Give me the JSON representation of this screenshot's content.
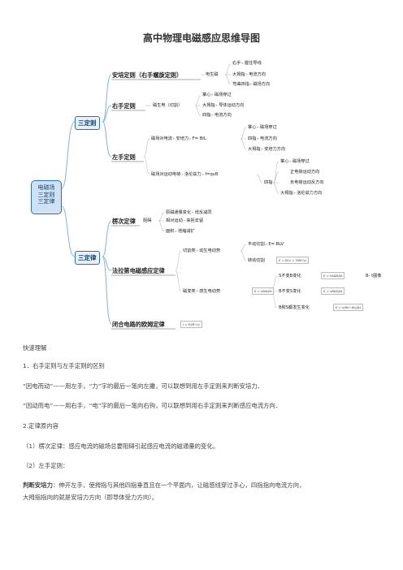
{
  "title": "高中物理电磁感应思维导图",
  "root": [
    "电磁场",
    "三定则",
    "三定律"
  ],
  "branch1": "三定则",
  "branch2": "三定律",
  "ampere": {
    "label": "安培定则（右手螺旋定则）",
    "mid": "电生磁",
    "rows": [
      [
        "右手",
        "握住导线"
      ],
      [
        "大拇指",
        "电流方向"
      ],
      [
        "弯曲四指",
        "磁场方向"
      ]
    ]
  },
  "right_hand": {
    "label": "右手定则",
    "mid": "磁生电（切割）",
    "rows": [
      [
        "掌心",
        "磁场穿过"
      ],
      [
        "大拇指",
        "导体运动方向"
      ],
      [
        "四指",
        "电流方向"
      ]
    ]
  },
  "left_hand": {
    "label": "左手定则",
    "current": {
      "a": "磁场对电流",
      "b": "安培力",
      "c": "F= BIL",
      "rows": [
        [
          "掌心",
          "磁场穿过"
        ],
        [
          "四指",
          "电流方向"
        ],
        [
          "大拇指",
          "安培力方向"
        ]
      ]
    },
    "charge": {
      "a": "磁场对运动电荷",
      "b": "洛伦兹力",
      "c": "f=qvB",
      "mid": "四指",
      "rows": [
        [
          "掌心",
          "磁场穿过"
        ],
        [
          "",
          "正电荷运动方向"
        ],
        [
          "",
          "负电荷运动反方向"
        ],
        [
          "大拇指",
          "洛伦兹力方向"
        ]
      ]
    }
  },
  "lenz": {
    "label": "楞次定律",
    "mid": "阻碍",
    "rows": [
      [
        "原磁通量变化",
        "增反减同"
      ],
      [
        "相对运动",
        "来拒去留"
      ],
      [
        "面积",
        "增缩减扩"
      ]
    ]
  },
  "faraday": {
    "label": "法拉第电磁感应定律",
    "cut": {
      "a": "切割类",
      "b": "动生电动势",
      "c1": "平动切割",
      "c1v": "E= BLV",
      "c2": "转动切割",
      "f2": "E = BLv = ½BL²ω"
    },
    "change": {
      "a": "磁变类",
      "b": "感生电动势",
      "f": "E = nΔΦ/Δt",
      "rows": [
        [
          "S不变B变化",
          "E = nSΔB/Δt",
          "B- t图像"
        ],
        [
          "B不变S变化",
          "E = nBΔS/Δt",
          ""
        ],
        [
          "B和S都发生变化",
          "E = n(Φ₂−Φ₁)/Δt",
          ""
        ]
      ]
    }
  },
  "ohm": {
    "label": "闭合电路的欧姆定律",
    "f": "I = E/(R+r)"
  },
  "body": [
    "快速理解",
    "1．右手定则与左手定则的区别",
    "“因电而动”——用左手，“力”字的最后一笔向左撇，可以联想到用左手定则来判断安培力．",
    "“因动而电”——用右手，“电”字的最后一笔向右钩，可以联想到用右手定则来判断感应电流方向．",
    "2.定律原内容",
    "（1）楞次定律：感应电流的磁场总要阻碍引起感应电流的磁通量的变化。",
    "（2）左手定则：",
    "判断安培力",
    "：伸开左手，使拇指与其他四指垂直且在一个平面内，让磁感线穿过手心，四指指向电流方向，",
    "大拇指指向的就是安培力方向（即导体受力方向）。"
  ]
}
